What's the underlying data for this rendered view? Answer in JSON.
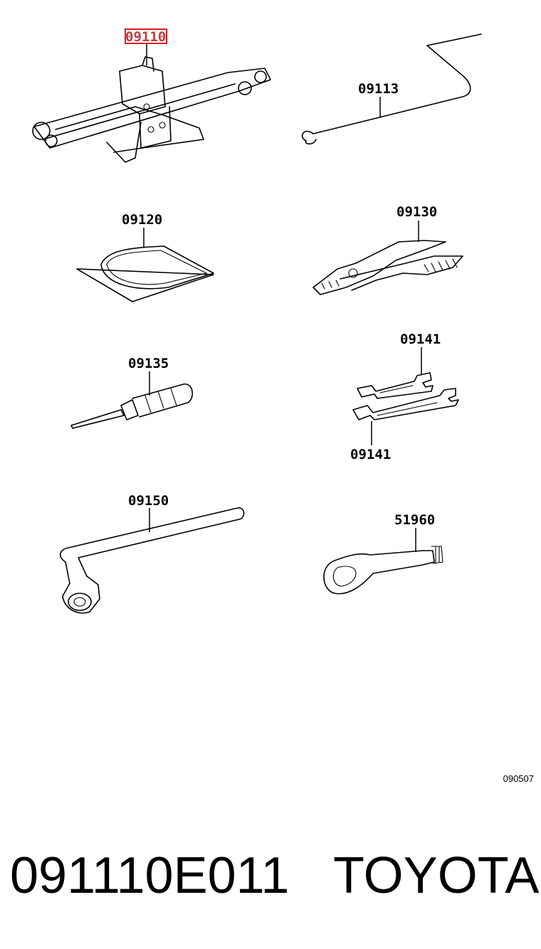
{
  "callouts": {
    "jack": "09110",
    "jack_handle": "09113",
    "tool_bag": "09120",
    "pliers": "09130",
    "screwdriver": "09135",
    "wrench_upper": "09141",
    "wrench_lower": "09141",
    "lug_wrench": "09150",
    "towing_eye": "51960"
  },
  "highlight": {
    "callout": "jack",
    "color": "#d82020"
  },
  "drawing_code": "090507",
  "caption": {
    "part_number": "091110E011",
    "brand": "TOYOTA"
  }
}
